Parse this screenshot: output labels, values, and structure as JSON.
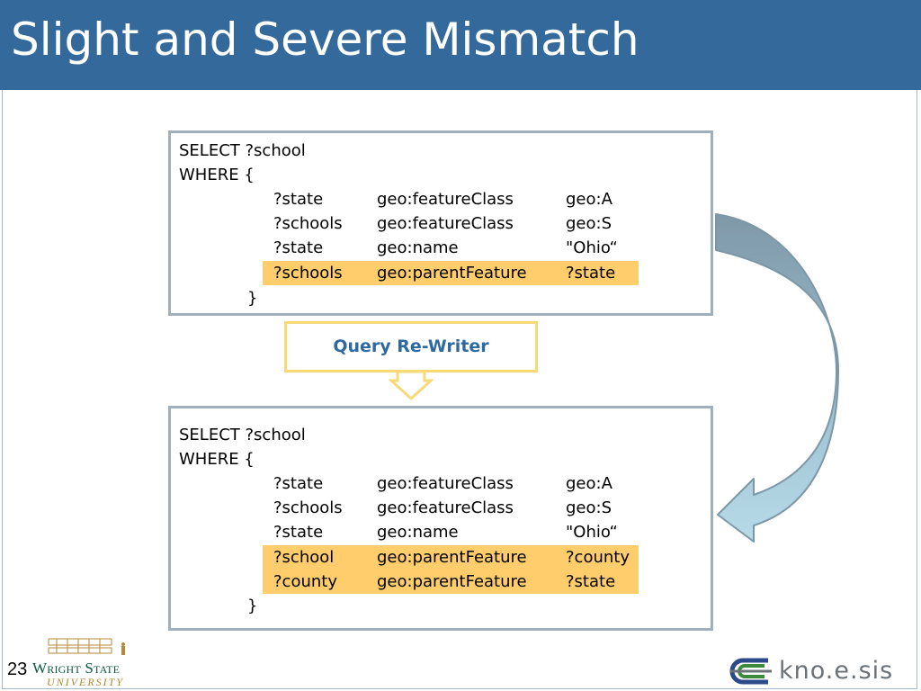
{
  "slide": {
    "title": "Slight and Severe Mismatch",
    "page_number": "23"
  },
  "original_query": {
    "select_line": "SELECT ?school",
    "where_line": "WHERE {",
    "triples": [
      {
        "subject": "?state",
        "predicate": "geo:featureClass",
        "object": "geo:A",
        "highlighted": false
      },
      {
        "subject": "?schools",
        "predicate": "geo:featureClass",
        "object": "geo:S",
        "highlighted": false
      },
      {
        "subject": "?state",
        "predicate": "geo:name",
        "object": "\"Ohio“",
        "highlighted": false
      },
      {
        "subject": "?schools",
        "predicate": "geo:parentFeature",
        "object": "?state",
        "highlighted": true
      }
    ],
    "closing_brace": "}"
  },
  "rewriter": {
    "label": "Query Re-Writer"
  },
  "rewritten_query": {
    "select_line": "SELECT ?school",
    "where_line": "WHERE {",
    "triples": [
      {
        "subject": "?state",
        "predicate": "geo:featureClass",
        "object": "geo:A",
        "highlighted": false
      },
      {
        "subject": "?schools",
        "predicate": "geo:featureClass",
        "object": "geo:S",
        "highlighted": false
      },
      {
        "subject": "?state",
        "predicate": "geo:name",
        "object": "\"Ohio“",
        "highlighted": false
      },
      {
        "subject": "?school",
        "predicate": "geo:parentFeature",
        "object": "?county",
        "highlighted": true
      },
      {
        "subject": "?county",
        "predicate": "geo:parentFeature",
        "object": "?state",
        "highlighted": true
      }
    ],
    "closing_brace": "}"
  },
  "logos": {
    "wsu_name": "Wright State",
    "wsu_subtitle": "UNIVERSITY",
    "knoesis": "kno.e.sis"
  },
  "colors": {
    "title_bar": "#33699b",
    "highlight": "#ffcd6b",
    "rewriter_border": "#f7d978",
    "rewriter_text": "#2e6aa1"
  }
}
